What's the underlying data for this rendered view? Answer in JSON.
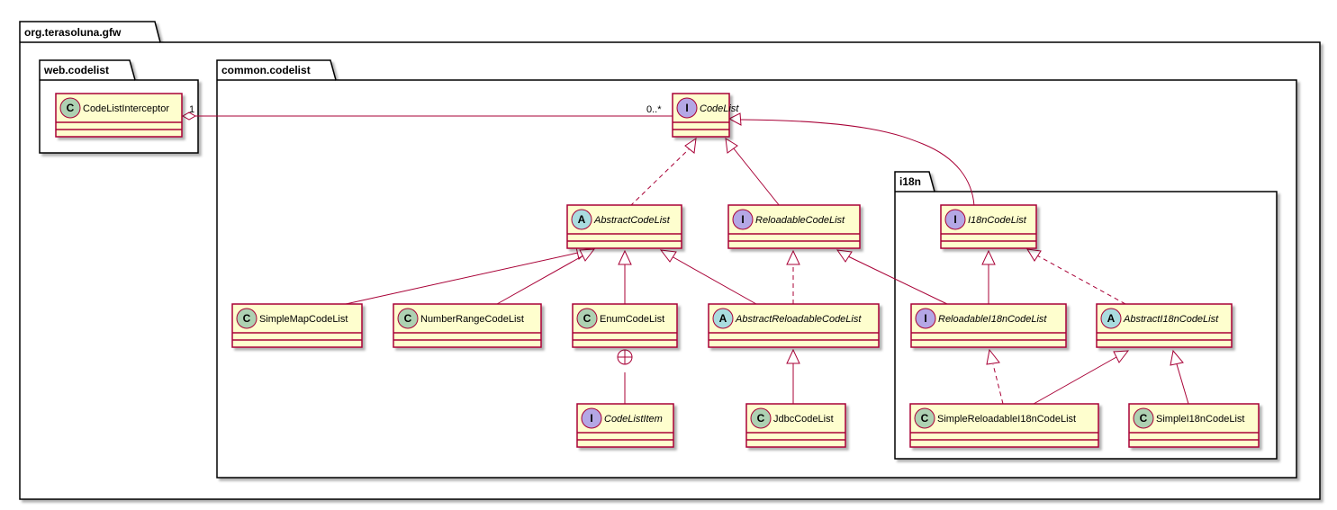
{
  "packages": {
    "root": "org.terasoluna.gfw",
    "web": "web.codelist",
    "common": "common.codelist",
    "i18n": "i18n"
  },
  "classes": {
    "CodeListInterceptor": {
      "name": "CodeListInterceptor",
      "stereotype": "C"
    },
    "CodeList": {
      "name": "CodeList",
      "stereotype": "I"
    },
    "AbstractCodeList": {
      "name": "AbstractCodeList",
      "stereotype": "A"
    },
    "ReloadableCodeList": {
      "name": "ReloadableCodeList",
      "stereotype": "I"
    },
    "SimpleMapCodeList": {
      "name": "SimpleMapCodeList",
      "stereotype": "C"
    },
    "NumberRangeCodeList": {
      "name": "NumberRangeCodeList",
      "stereotype": "C"
    },
    "EnumCodeList": {
      "name": "EnumCodeList",
      "stereotype": "C"
    },
    "AbstractReloadableCodeList": {
      "name": "AbstractReloadableCodeList",
      "stereotype": "A"
    },
    "CodeListItem": {
      "name": "CodeListItem",
      "stereotype": "I"
    },
    "JdbcCodeList": {
      "name": "JdbcCodeList",
      "stereotype": "C"
    },
    "I18nCodeList": {
      "name": "I18nCodeList",
      "stereotype": "I"
    },
    "ReloadableI18nCodeList": {
      "name": "ReloadableI18nCodeList",
      "stereotype": "I"
    },
    "AbstractI18nCodeList": {
      "name": "AbstractI18nCodeList",
      "stereotype": "A"
    },
    "SimpleReloadableI18nCodeList": {
      "name": "SimpleReloadableI18nCodeList",
      "stereotype": "C"
    },
    "SimpleI18nCodeList": {
      "name": "SimpleI18nCodeList",
      "stereotype": "C"
    }
  },
  "multiplicity": {
    "interceptor_end": "1",
    "codelist_end": "0..*"
  },
  "colors": {
    "class_fill": "#FEFECE",
    "class_border": "#A80036",
    "edge": "#A80036",
    "stereo_C": "#ADD1B2",
    "stereo_A": "#A9DCDF",
    "stereo_I": "#B4A7E5"
  }
}
